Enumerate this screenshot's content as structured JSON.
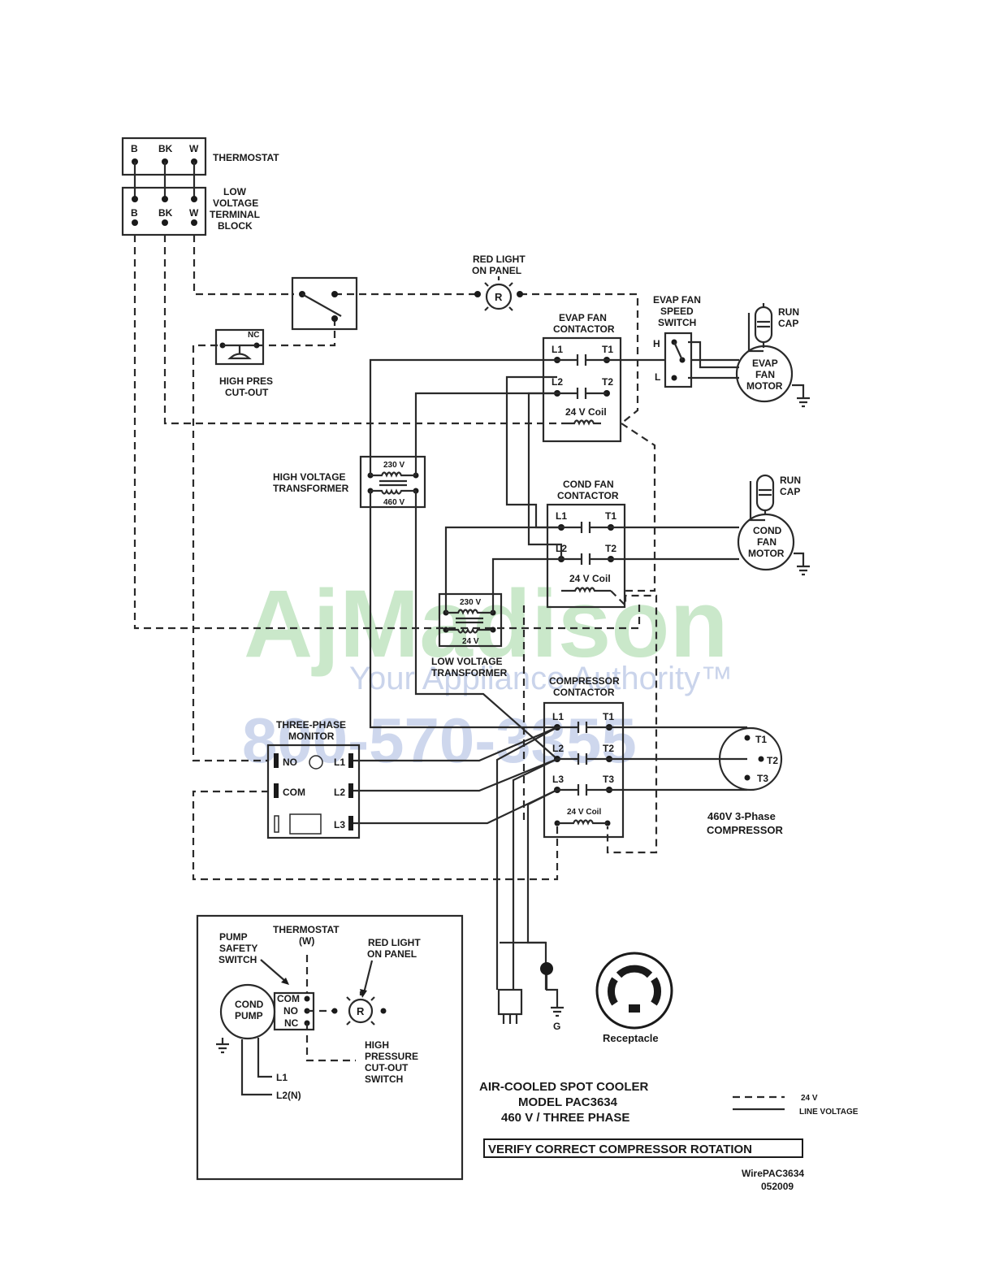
{
  "title": {
    "line1": "AIR-COOLED SPOT COOLER",
    "line2": "MODEL PAC3634",
    "line3": "460 V / THREE PHASE"
  },
  "notice": "VERIFY CORRECT COMPRESSOR ROTATION",
  "drawing_id": {
    "code": "WirePAC3634",
    "date": "052009"
  },
  "legend": {
    "dashed": "24 V",
    "solid": "LINE VOLTAGE"
  },
  "watermark": {
    "brand": "AjMadison",
    "tagline": "Your Appliance Authority™",
    "phone": "800-570-3355"
  },
  "thermostat": {
    "label": "THERMOSTAT",
    "terminals": [
      "B",
      "BK",
      "W"
    ]
  },
  "terminal_block": {
    "label_lines": [
      "LOW",
      "VOLTAGE",
      "TERMINAL",
      "BLOCK"
    ],
    "terminals": [
      "B",
      "BK",
      "W"
    ]
  },
  "red_light": {
    "label_lines": [
      "RED LIGHT",
      "ON PANEL"
    ],
    "symbol": "R"
  },
  "high_pres": {
    "label_lines": [
      "HIGH PRES",
      "CUT-OUT"
    ],
    "nc": "NC"
  },
  "evap_contactor": {
    "label_lines": [
      "EVAP FAN",
      "CONTACTOR"
    ],
    "terminals": [
      "L1",
      "T1",
      "L2",
      "T2"
    ],
    "coil": "24 V Coil"
  },
  "evap_speed_switch": {
    "label_lines": [
      "EVAP FAN",
      "SPEED",
      "SWITCH"
    ],
    "h": "H",
    "l": "L"
  },
  "evap_motor": {
    "label_lines": [
      "EVAP",
      "FAN",
      "MOTOR"
    ],
    "cap_lines": [
      "RUN",
      "CAP"
    ]
  },
  "hv_transformer": {
    "label_lines": [
      "HIGH VOLTAGE",
      "TRANSFORMER"
    ],
    "top": "230 V",
    "bottom": "460 V"
  },
  "cond_contactor": {
    "label_lines": [
      "COND FAN",
      "CONTACTOR"
    ],
    "terminals": [
      "L1",
      "T1",
      "L2",
      "T2"
    ],
    "coil": "24 V Coil"
  },
  "cond_motor": {
    "label_lines": [
      "COND",
      "FAN",
      "MOTOR"
    ],
    "cap_lines": [
      "RUN",
      "CAP"
    ]
  },
  "lv_transformer": {
    "label_lines": [
      "LOW VOLTAGE",
      "TRANSFORMER"
    ],
    "top": "230 V",
    "bottom": "24 V"
  },
  "comp_contactor": {
    "label_lines": [
      "COMPRESSOR",
      "CONTACTOR"
    ],
    "terminals": [
      "L1",
      "T1",
      "L2",
      "T2",
      "L3",
      "T3"
    ],
    "coil": "24 V Coil"
  },
  "monitor": {
    "label_lines": [
      "THREE-PHASE",
      "MONITOR"
    ],
    "left": [
      "NO",
      "COM"
    ],
    "right": [
      "L1",
      "L2",
      "L3"
    ]
  },
  "compressor": {
    "terminals": [
      "T1",
      "T2",
      "T3"
    ],
    "label_lines": [
      "460V   3-Phase",
      "COMPRESSOR"
    ]
  },
  "plug": {
    "ground": "G",
    "receptacle": "Receptacle"
  },
  "inset": {
    "pump_switch_lines": [
      "PUMP",
      "SAFETY",
      "SWITCH"
    ],
    "thermostat_lines": [
      "THERMOSTAT",
      "(W)"
    ],
    "red_light_lines": [
      "RED LIGHT",
      "ON  PANEL"
    ],
    "pump_lines": [
      "COND",
      "PUMP"
    ],
    "switch_terms": [
      "COM",
      "NO",
      "NC"
    ],
    "light_symbol": "R",
    "hp_lines": [
      "HIGH",
      "PRESSURE",
      "CUT-OUT",
      "SWITCH"
    ],
    "l1": "L1",
    "l2": "L2(N)"
  }
}
